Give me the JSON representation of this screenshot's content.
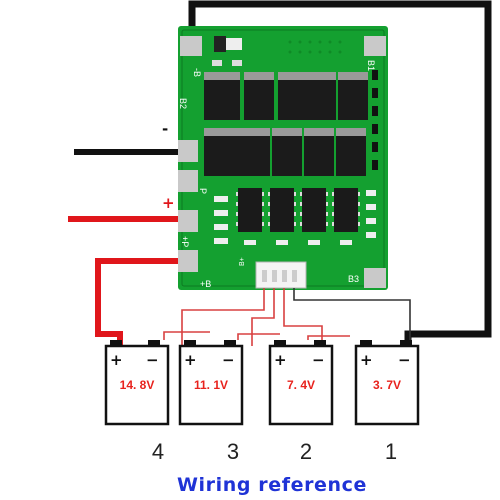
{
  "colors": {
    "board": "#14a030",
    "board_dark": "#0d7a22",
    "pad": "#c9c9c9",
    "mosfet": "#1b1b1b",
    "wire_black": "#111111",
    "wire_red": "#e0161b",
    "wire_thin_red": "#d84040",
    "caption": "#1f33d6",
    "voltage": "#e8231e"
  },
  "board": {
    "labels": {
      "b_minus": "-B",
      "b1": "B1",
      "b2": "B2",
      "b3": "B3",
      "p": "P",
      "p_minus": "-P",
      "plus_p": "+P",
      "plus_b": "+B",
      "b_plus_small": "B+"
    }
  },
  "terminals": {
    "minus": "-",
    "plus": "+"
  },
  "batteries": [
    {
      "plus": "+",
      "minus": "−",
      "voltage": "14. 8V",
      "number": "4"
    },
    {
      "plus": "+",
      "minus": "−",
      "voltage": "11. 1V",
      "number": "3"
    },
    {
      "plus": "+",
      "minus": "−",
      "voltage": "7. 4V",
      "number": "2"
    },
    {
      "plus": "+",
      "minus": "−",
      "voltage": "3. 7V",
      "number": "1"
    }
  ],
  "caption": "Wiring reference"
}
